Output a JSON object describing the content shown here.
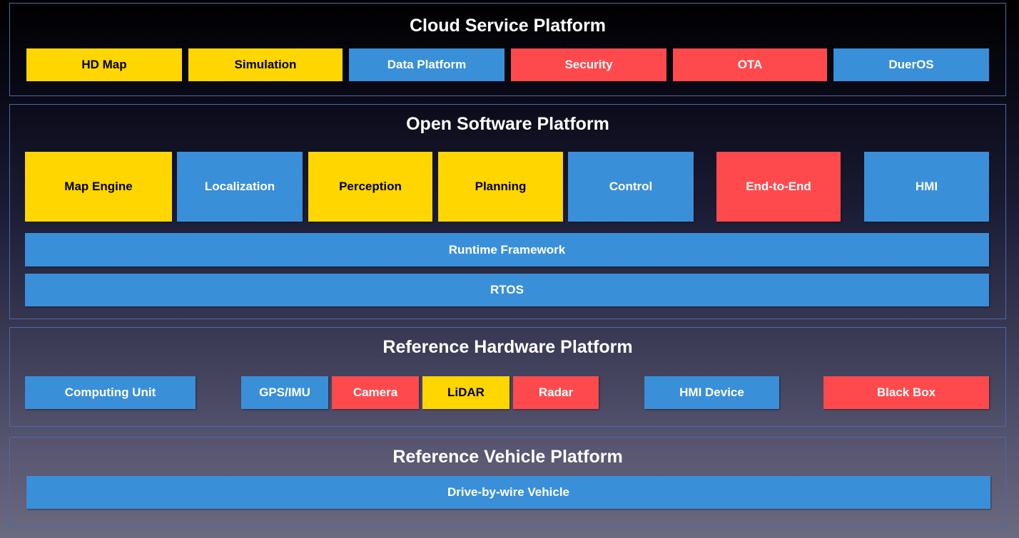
{
  "colors": {
    "yellow": "#ffd600",
    "blue": "#3a8fd9",
    "red": "#ff4a4d",
    "border": "#4a6aa8"
  },
  "cloud": {
    "title": "Cloud Service Platform",
    "items": [
      "HD Map",
      "Simulation",
      "Data Platform",
      "Security",
      "OTA",
      "DuerOS"
    ]
  },
  "software": {
    "title": "Open Software Platform",
    "modules": [
      "Map Engine",
      "Localization",
      "Perception",
      "Planning",
      "Control",
      "End-to-End",
      "HMI"
    ],
    "runtime": "Runtime Framework",
    "rtos": "RTOS"
  },
  "hardware": {
    "title": "Reference Hardware Platform",
    "items": [
      "Computing Unit",
      "GPS/IMU",
      "Camera",
      "LiDAR",
      "Radar",
      "HMI Device",
      "Black Box"
    ]
  },
  "vehicle": {
    "title": "Reference Vehicle Platform",
    "item": "Drive-by-wire Vehicle"
  }
}
